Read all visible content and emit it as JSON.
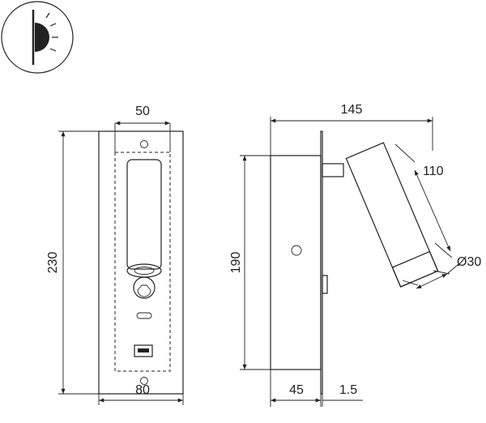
{
  "front_view": {
    "dims": {
      "width_inner": "50",
      "height_total": "230",
      "width_total": "80"
    }
  },
  "side_view": {
    "dims": {
      "depth_total": "145",
      "height_body": "190",
      "lamp_length": "110",
      "lamp_diameter": "Ø30",
      "body_depth": "45",
      "plate_thickness": "1.5"
    }
  },
  "colors": {
    "line": "#222222",
    "background": "#ffffff"
  },
  "icons": [
    "wall-light-direction-icon"
  ]
}
